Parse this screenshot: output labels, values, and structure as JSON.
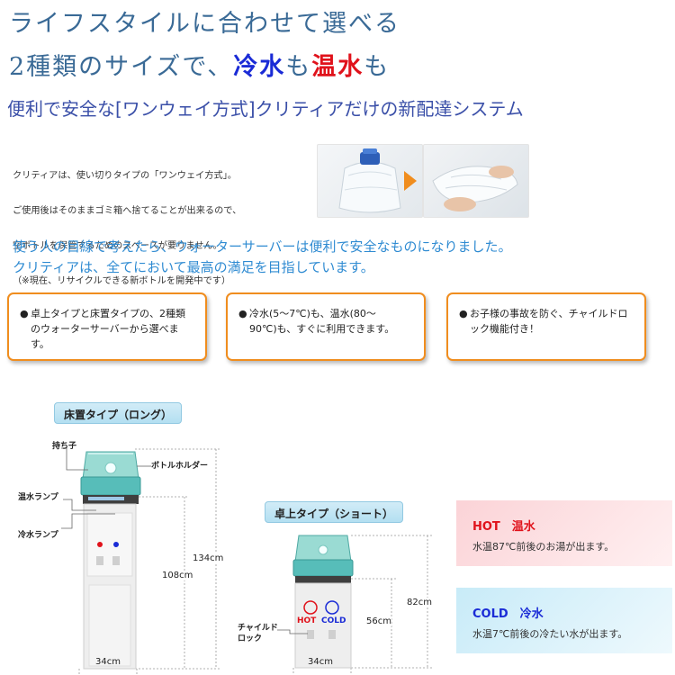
{
  "headline": {
    "line1": "ライフスタイルに合わせて選べる",
    "line2_prefix": "2種類のサイズで、",
    "line2_cold": "冷水",
    "line2_mid": "も",
    "line2_hot": "温水",
    "line2_suffix": "も",
    "line3": "便利で安全な[ワンウェイ方式]クリティアだけの新配達システム"
  },
  "intro": {
    "lines": [
      "クリティアは、使い切りタイプの「ワンウェイ方式」。",
      "ご使用後はそのままゴミ箱へ捨てることが出来るので、",
      "空ボトルを保管するためのスペースが要りません。",
      "（※現在、リサイクルできる新ボトルを開発中です）"
    ]
  },
  "lead": {
    "line1": "使う人の目線で考えたら、ウォーターサーバーは便利で安全なものになりました。",
    "line2": "クリティアは、全てにおいて最高の満足を目指しています。"
  },
  "features": [
    {
      "bullet": "●",
      "text": "卓上タイプと床置タイプの、2種類のウォーターサーバーから選べます。",
      "lines": [
        "卓上タイプと床置タイプの、2種類",
        "のウォーターサーバーから選べま",
        "す。"
      ]
    },
    {
      "bullet": "●",
      "text": "冷水(5〜7℃)も、温水(80〜90℃)も、すぐに利用できます。",
      "lines": [
        "冷水(5〜7℃)も、温水(80〜",
        "90℃)も、すぐに利用できます。"
      ]
    },
    {
      "bullet": "●",
      "text": "お子様の事故を防ぐ、チャイルドロック機能付き！",
      "lines": [
        "お子様の事故を防ぐ、チャイルドロ",
        "ック機能付き！"
      ]
    }
  ],
  "floor": {
    "tag": "床置タイプ（ロング）",
    "callouts": {
      "handle": "持ち子",
      "holder": "ボトルホルダー",
      "hot_lamp": "温水ランプ",
      "cold_lamp": "冷水ランプ"
    },
    "dims": {
      "total": "134cm",
      "body": "108cm",
      "width": "34cm"
    }
  },
  "table": {
    "tag": "卓上タイプ（ショート）",
    "labels": {
      "hot": "HOT",
      "cold": "COLD",
      "child_lock_1": "チャイルド",
      "child_lock_2": "ロック"
    },
    "dims": {
      "total": "82cm",
      "body": "56cm",
      "width": "34cm"
    }
  },
  "panels": {
    "hot": {
      "title": "HOT　温水",
      "desc": "水温87℃前後のお湯が出ます。"
    },
    "cold": {
      "title": "COLD　冷水",
      "desc": "水温7℃前後の冷たい水が出ます。"
    }
  },
  "colors": {
    "heading": "#3a6a96",
    "cold_accent": "#1a2bd6",
    "hot_accent": "#e0121b",
    "lead": "#2f8bd2",
    "feature_border": "#f08d1e",
    "hot_panel": "#fde0e2",
    "cold_panel": "#dff2fb",
    "server_teal": "#5cc2bf"
  },
  "icons": [
    "arrow-right-icon",
    "bullet-icon"
  ]
}
